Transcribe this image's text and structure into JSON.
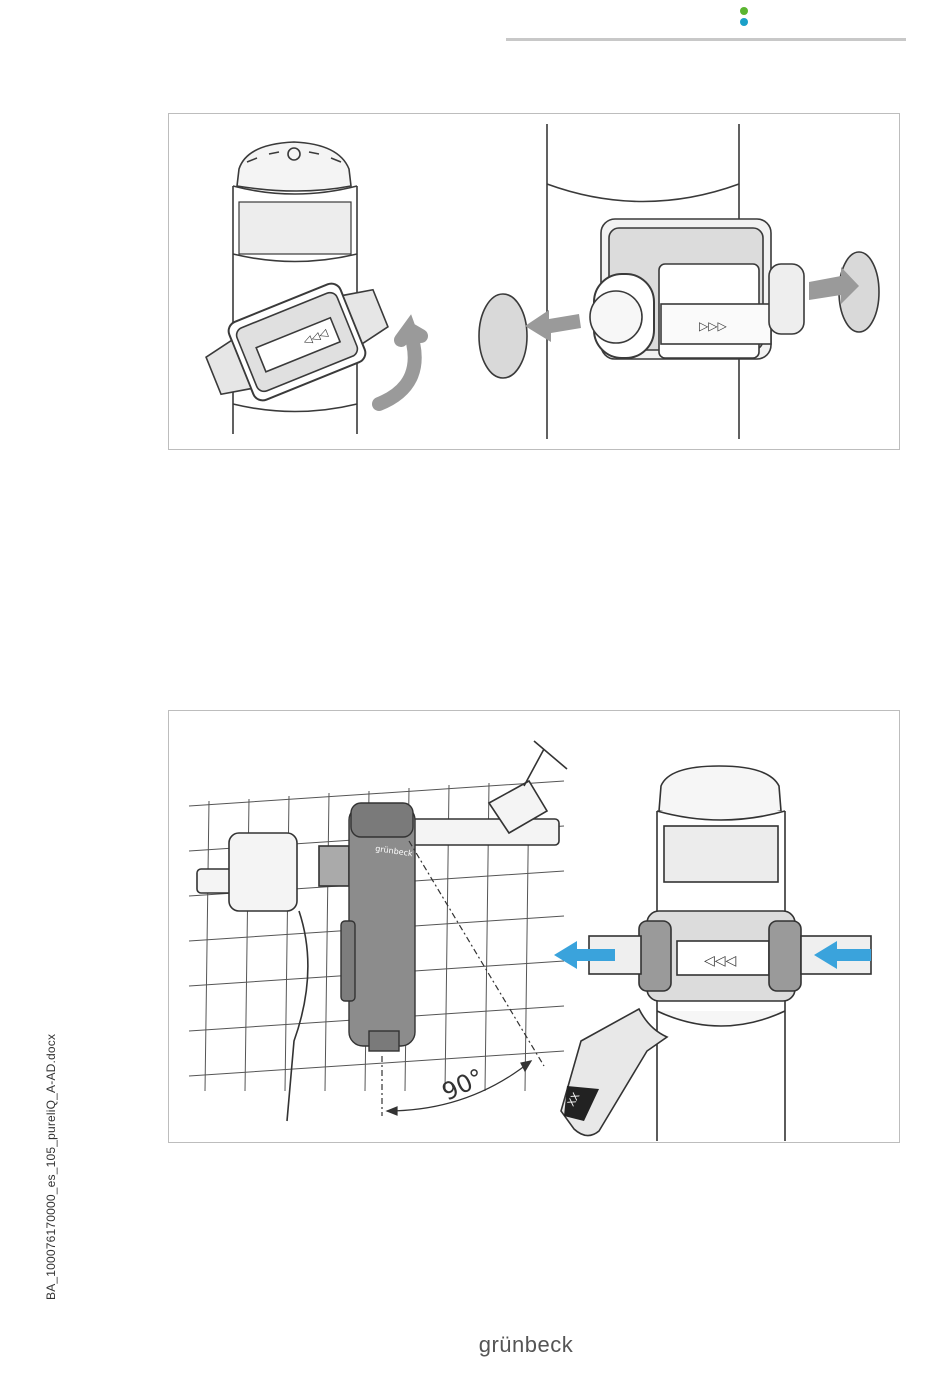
{
  "brand": {
    "dot_colors": [
      "#5bb531",
      "#1aa0c8"
    ],
    "logo_text": "grünbeck"
  },
  "figures": [
    {
      "id": "filter-head-rotation",
      "labels": {
        "left_cartridge": "◁◁◁",
        "right_cartridge": "▷▷▷"
      },
      "colors": {
        "arrow_gray": "#9a9a9a",
        "line": "#3a3a3a",
        "shade": "#d6d6d6"
      }
    },
    {
      "id": "wall-mounting",
      "labels": {
        "angle": "90°",
        "filter_brand": "grünbeck",
        "wrench_size": "XX",
        "cartridge": "◁◁◁"
      },
      "colors": {
        "flow_arrow": "#3aa3dc",
        "filter_body": "#8c8c8c",
        "line": "#3a3a3a"
      }
    }
  ],
  "footer": {
    "doc_id": "BA_100076170000_es_105_pureliQ_A-AD.docx"
  }
}
